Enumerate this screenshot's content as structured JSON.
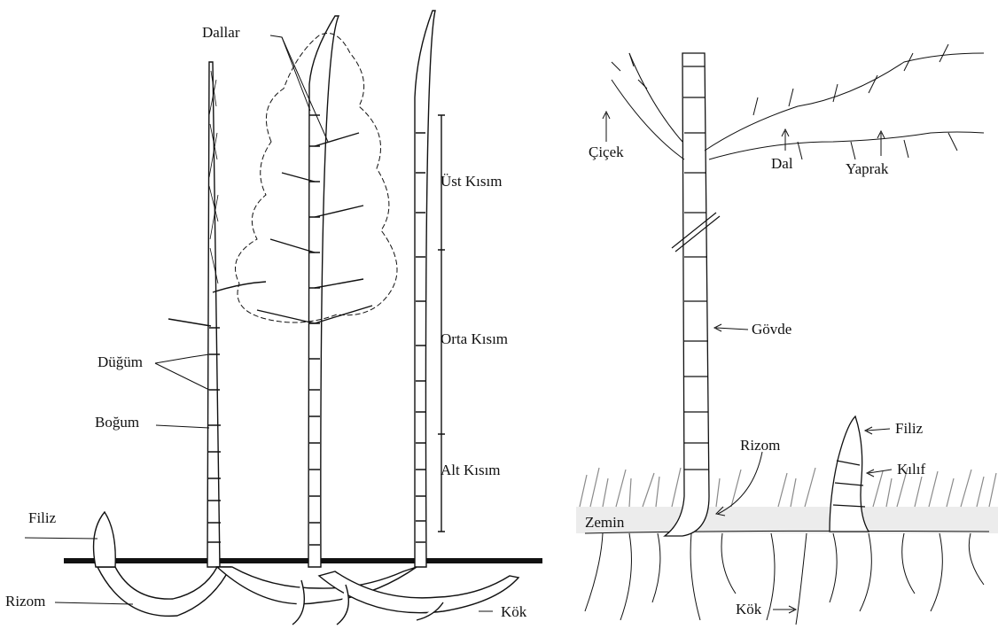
{
  "left_diagram": {
    "labels": {
      "dallar": "Dallar",
      "ust_kisim": "Üst Kısım",
      "orta_kisim": "Orta Kısım",
      "alt_kisim": "Alt Kısım",
      "dugum": "Düğüm",
      "bogum": "Boğum",
      "filiz": "Filiz",
      "rizom": "Rizom",
      "kok": "Kök"
    }
  },
  "right_diagram": {
    "labels": {
      "cicek": "Çiçek",
      "dal": "Dal",
      "yaprak": "Yaprak",
      "govde": "Gövde",
      "filiz": "Filiz",
      "rizom": "Rizom",
      "kilif": "Kılıf",
      "zemin": "Zemin",
      "kok": "Kök"
    }
  },
  "colors": {
    "ink": "#111111",
    "grass": "#8a8a8a",
    "soil": "#ececec"
  }
}
